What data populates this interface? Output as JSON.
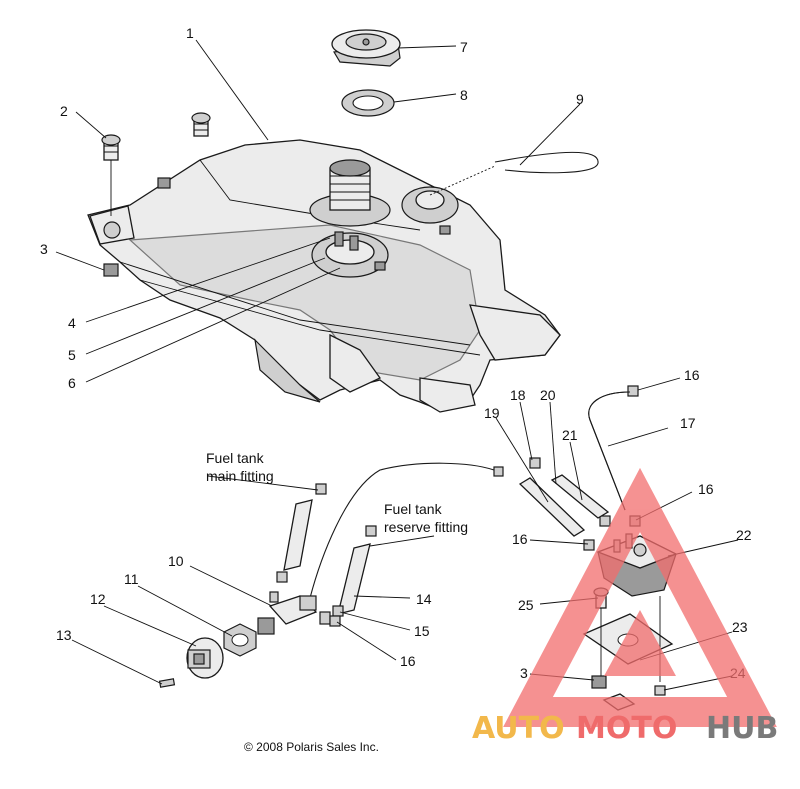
{
  "diagram": {
    "callouts": {
      "c1": "1",
      "c2": "2",
      "c3a": "3",
      "c3b": "3",
      "c4": "4",
      "c5": "5",
      "c6": "6",
      "c7": "7",
      "c8": "8",
      "c9": "9",
      "c10": "10",
      "c11": "11",
      "c12": "12",
      "c13": "13",
      "c14": "14",
      "c15": "15",
      "c16a": "16",
      "c16b": "16",
      "c16c": "16",
      "c16d": "16",
      "c17": "17",
      "c18": "18",
      "c19": "19",
      "c20": "20",
      "c21": "21",
      "c22": "22",
      "c23": "23",
      "c24": "24",
      "c25": "25"
    },
    "annotations": {
      "main_fitting_line1": "Fuel tank",
      "main_fitting_line2": "main fitting",
      "reserve_fitting_line1": "Fuel tank",
      "reserve_fitting_line2": "reserve fitting"
    },
    "copyright": "© 2008 Polaris Sales Inc."
  },
  "watermark": {
    "word_part1": "AUTO",
    "word_part2": "MOTO",
    "word_part3": "HUB",
    "colors": {
      "auto": "#f2b84b",
      "moto": "#ef6b6b",
      "hub": "#7a7a7a",
      "triangle": "#f26d6d"
    }
  }
}
